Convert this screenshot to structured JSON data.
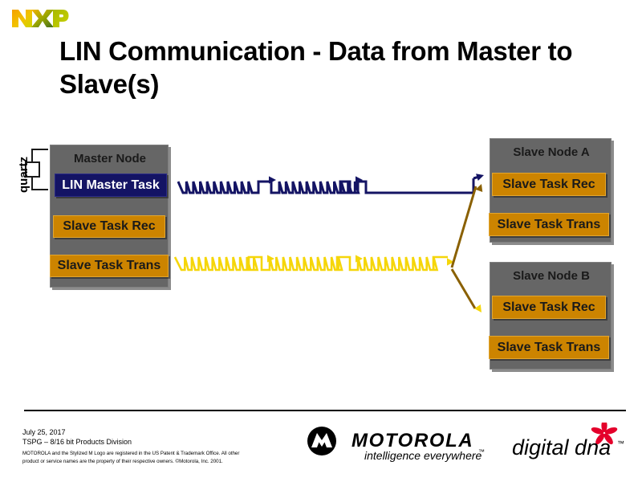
{
  "slide": {
    "title": "LIN Communication - Data from Master to Slave(s)",
    "brand_logo": "nxp-logo",
    "background": "#ffffff"
  },
  "colors": {
    "node_gray": "#666666",
    "task_orange": "#cc8400",
    "task_navy": "#141464",
    "signal_navy": "#141464",
    "signal_yellow": "#f5d60a",
    "arrow_gold": "#8a6000",
    "dna_red": "#e4002b"
  },
  "diagram": {
    "quartz": {
      "label": "quartz",
      "symbol": "quartz-crystal-icon"
    },
    "master_node": {
      "title": "Master Node",
      "tasks": [
        {
          "label": "LIN Master Task",
          "style": "navy"
        },
        {
          "label": "Slave Task Rec",
          "style": "orange"
        },
        {
          "label": "Slave Task Trans",
          "style": "orange"
        }
      ]
    },
    "slave_node_a": {
      "title": "Slave Node A",
      "tasks": [
        {
          "label": "Slave Task Rec",
          "style": "orange"
        },
        {
          "label": "Slave Task Trans",
          "style": "orange"
        }
      ]
    },
    "slave_node_b": {
      "title": "Slave Node B",
      "tasks": [
        {
          "label": "Slave Task Rec",
          "style": "orange"
        },
        {
          "label": "Slave Task Trans",
          "style": "orange"
        }
      ]
    },
    "signals": {
      "master_tx": {
        "name": "lin-master-task-signal",
        "color": "#141464",
        "bursts": 3,
        "burst_pulse_counts": [
          10,
          11,
          1
        ],
        "direction": "master-to-slave"
      },
      "slave_tx": {
        "name": "slave-task-trans-signal",
        "color": "#f5d60a",
        "bursts": 3,
        "burst_pulse_counts": [
          11,
          10,
          11
        ],
        "direction": "master-to-slave"
      },
      "branch_arrows": {
        "name": "bus-branch-arrows",
        "color": "#8a6000",
        "targets": [
          "Slave Node A",
          "Slave Node B"
        ]
      }
    }
  },
  "footer": {
    "date": "July 25, 2017",
    "division": "TSPG – 8/16 bit Products Division",
    "legal": "MOTOROLA and the Stylized M Logo are registered in the US Patent & Trademark Office. All other product or service names are the property of their respective owners.  ©Motorola, Inc. 2001.",
    "motorola_wordmark": "MOTOROLA",
    "motorola_tagline": "intelligence everywhere",
    "motorola_tagline_mark": "™",
    "digitaldna_wordmark": "digital dna",
    "digitaldna_mark": "™"
  }
}
